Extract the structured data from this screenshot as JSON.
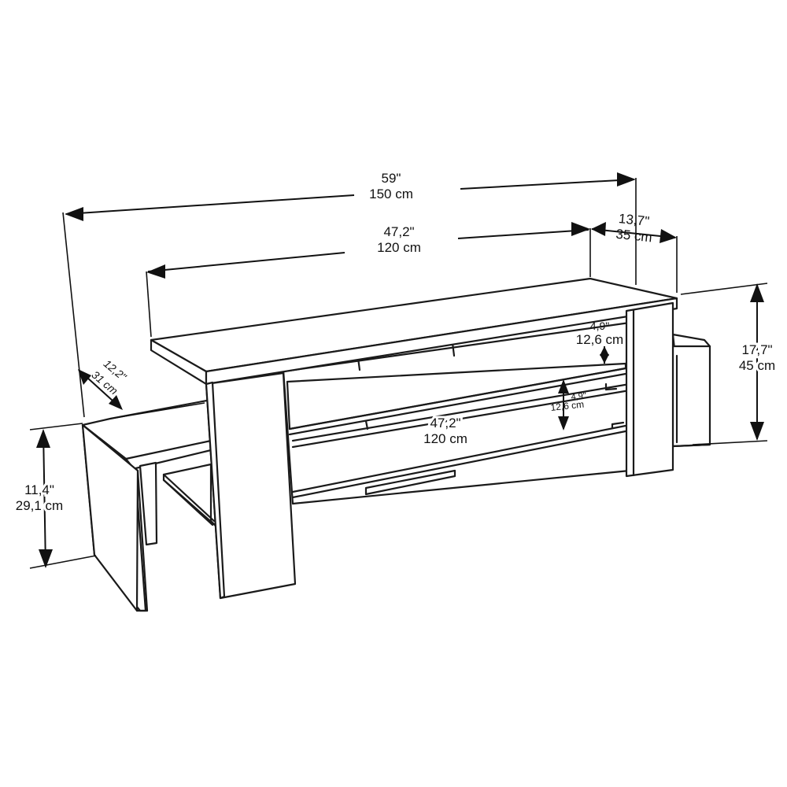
{
  "dimensions": {
    "total_width": {
      "inch": "59\"",
      "cm": "150 cm"
    },
    "unit_width": {
      "inch": "47,2\"",
      "cm": "120 cm"
    },
    "depth": {
      "inch": "13,7\"",
      "cm": "35 cm"
    },
    "height": {
      "inch": "17,7\"",
      "cm": "45 cm"
    },
    "shelf_gap_top": {
      "inch": "4,9\"",
      "cm": "12,6 cm"
    },
    "shelf_gap_lower": {
      "inch": "4,9\"",
      "cm": "12,6 cm"
    },
    "shelf_width": {
      "inch": "47,2\"",
      "cm": "120 cm"
    },
    "side_depth": {
      "inch": "12,2\"",
      "cm": "31 cm"
    },
    "side_height": {
      "inch": "11,4\"",
      "cm": "29,1 cm"
    }
  }
}
